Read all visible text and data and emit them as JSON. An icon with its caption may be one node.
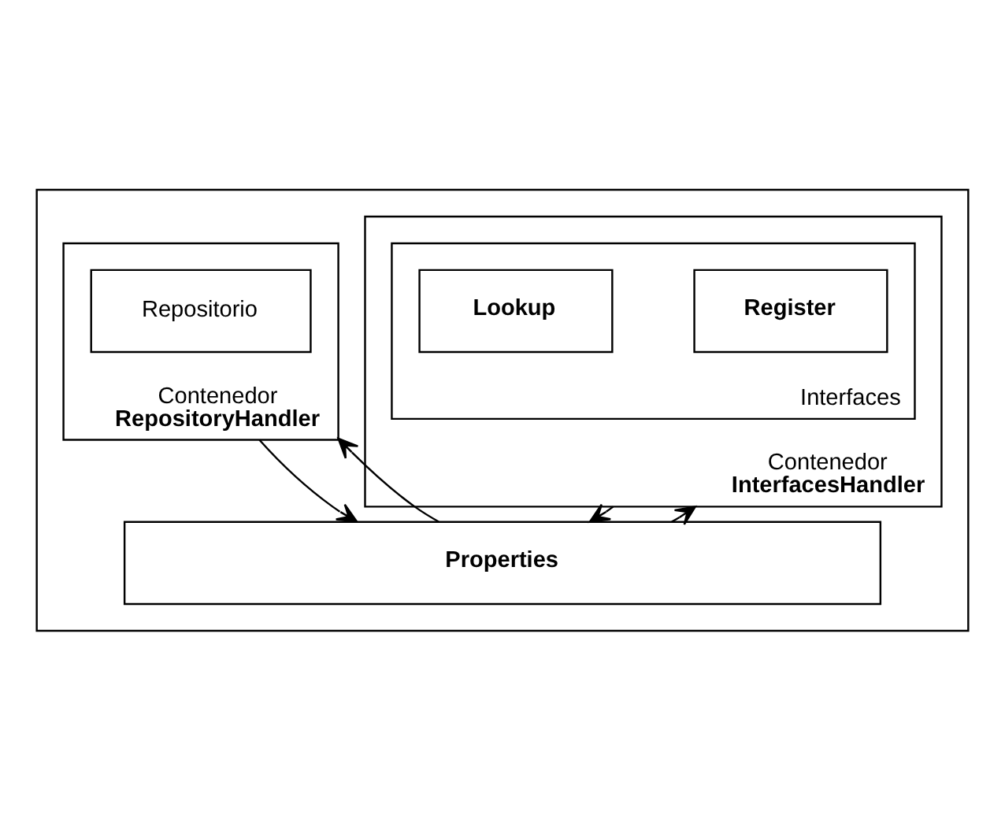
{
  "diagram": {
    "nodes": [
      {
        "text": [],
        "shape": "box"
      },
      {
        "text": [
          "Contenedor",
          "InterfacesHandler"
        ],
        "in": 0
      },
      {
        "text": [
          "Interfaces"
        ],
        "in": 1
      },
      {
        "text": [
          "Register"
        ],
        "in": 2
      },
      {
        "text": [
          "Lookup"
        ],
        "in": 2
      },
      {
        "text": [
          "Contenedor",
          "RepositoryHandler"
        ],
        "in": 0
      },
      {
        "text": [
          "Repositorio"
        ],
        "in": 5
      },
      {
        "text": [
          "Properties"
        ],
        "in": 0
      }
    ],
    "edges": [
      {
        "from": 1,
        "to": 7,
        "arrow": "to"
      },
      {
        "from": 7,
        "to": 1,
        "arrow": "to"
      },
      {
        "from": 5,
        "to": 7,
        "arrow": "to"
      },
      {
        "from": 7,
        "to": 5,
        "arrow": "to"
      }
    ]
  }
}
